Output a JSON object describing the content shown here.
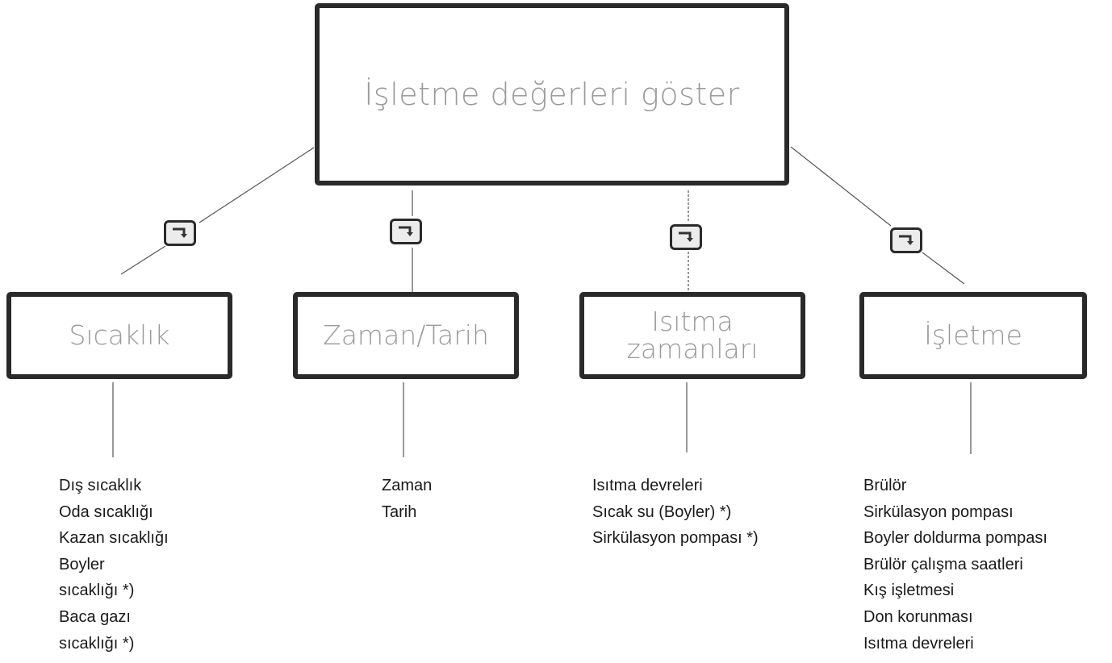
{
  "root": {
    "label": "İşletme değerleri göster"
  },
  "categories": [
    {
      "id": "sicaklik",
      "label": "Sıcaklık",
      "items": [
        "Dış sıcaklık",
        "Oda sıcaklığı",
        "Kazan sıcaklığı",
        "Boyler",
        "sıcaklığı *)",
        "Baca gazı",
        "sıcaklığı *)"
      ]
    },
    {
      "id": "zaman",
      "label": "Zaman/Tarih",
      "items": [
        "Zaman",
        "Tarih"
      ]
    },
    {
      "id": "isitma",
      "label_lines": [
        "Isıtma",
        "zamanları"
      ],
      "items": [
        "Isıtma devreleri",
        "Sıcak su (Boyler) *)",
        "Sirkülasyon pompası *)"
      ]
    },
    {
      "id": "isletme",
      "label": "İşletme",
      "items": [
        "Brülör",
        "Sirkülasyon pompası",
        "Boyler doldurma pompası",
        "Brülör çalışma saatleri",
        "Kış işletmesi",
        "Don korunması",
        "Isıtma devreleri"
      ]
    }
  ],
  "icons": {
    "nav_key": "enter-key-icon"
  },
  "colors": {
    "box_border": "#2a2a2a",
    "box_text": "#9a9a9a",
    "list_text": "#1a1a1a",
    "line": "#555555"
  }
}
